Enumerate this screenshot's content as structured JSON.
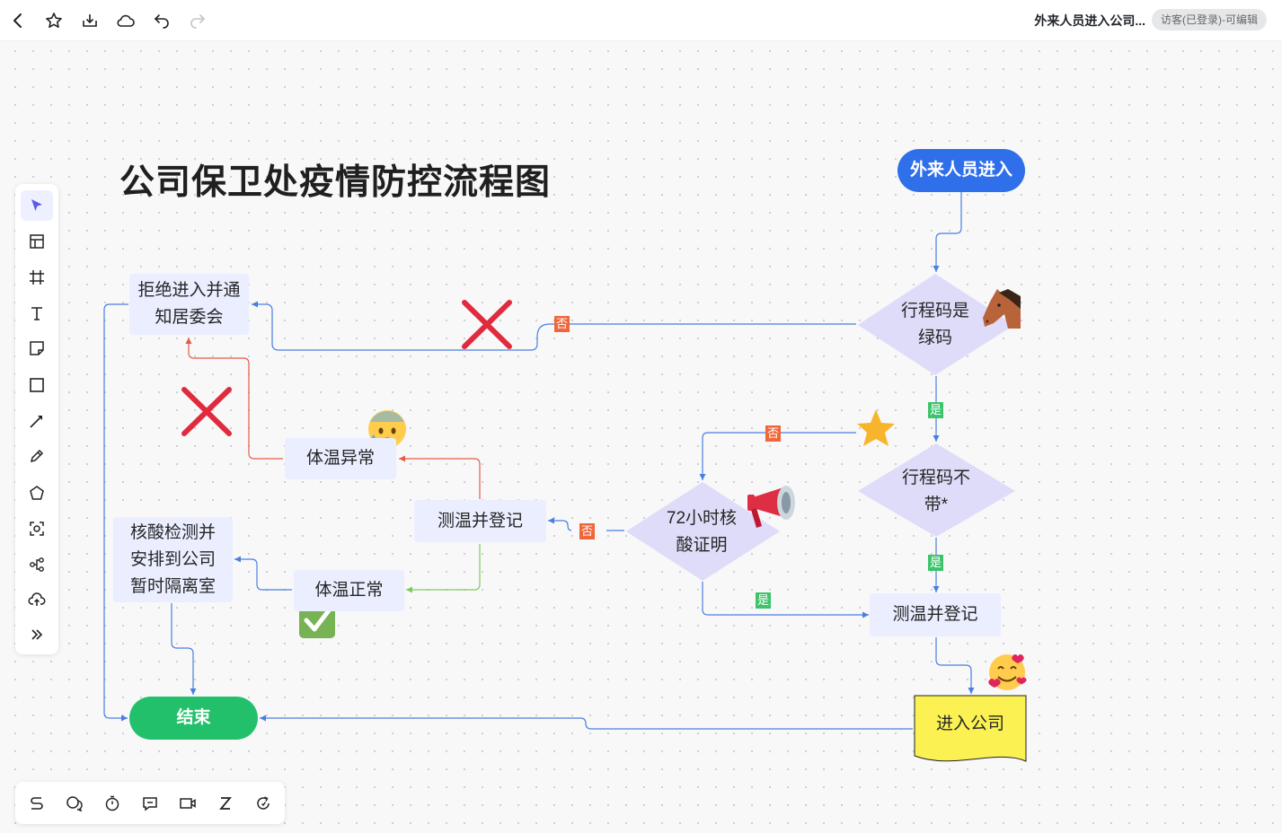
{
  "topbar": {
    "doc_title": "外来人员进入公司...",
    "guest_badge": "访客(已登录)-可编辑"
  },
  "icons": {
    "toolbar": [
      "cursor-icon",
      "table-icon",
      "frame-icon",
      "text-icon",
      "sticky-note-icon",
      "rectangle-icon",
      "line-icon",
      "pen-icon",
      "pentagon-icon",
      "scan-icon",
      "mindmap-icon",
      "upload-icon",
      "more-icon"
    ],
    "bottombar": [
      "flow-icon",
      "comment-icon",
      "timer-icon",
      "chat-icon",
      "video-icon",
      "sleep-icon",
      "redo-icon"
    ]
  },
  "colors": {
    "accent": "#5b5ce6",
    "start_node": "#2f6fea",
    "end_node": "#23c06b",
    "process_fill": "#eaeeff",
    "decision_fill": "#dedcf8",
    "document_fill": "#fbf152",
    "connector_blue": "#4a7fe0",
    "connector_red": "#e45c46",
    "connector_green": "#7ec95a",
    "label_no": "#f0663a",
    "label_yes": "#3cc46a"
  },
  "diagram": {
    "title": "公司保卫处疫情防控流程图",
    "nodes": {
      "start": "外来人员进入",
      "decision_green_code": "行程码是\n绿码",
      "decision_no_code": "行程码不\n带*",
      "decision_72h": "72小时核\n酸证明",
      "reject": "拒绝进入并通\n知居委会",
      "temp_abnormal": "体温异常",
      "measure_left": "测温并登记",
      "measure_right": "测温并登记",
      "temp_normal": "体温正常",
      "nucleic_test": "核酸检测并\n安排到公司\n暂时隔离室",
      "end": "结束",
      "enter_company": "进入公司"
    },
    "edge_labels": {
      "no_1": "否",
      "yes_1": "是",
      "no_2": "否",
      "yes_2": "是",
      "no_3": "否",
      "yes_3": "是"
    },
    "decorations": [
      "horse-emoji",
      "red-cross-icon",
      "red-cross-icon",
      "anxious-face-emoji",
      "star-emoji",
      "megaphone-emoji",
      "check-mark-emoji",
      "smiling-hearts-emoji"
    ]
  }
}
